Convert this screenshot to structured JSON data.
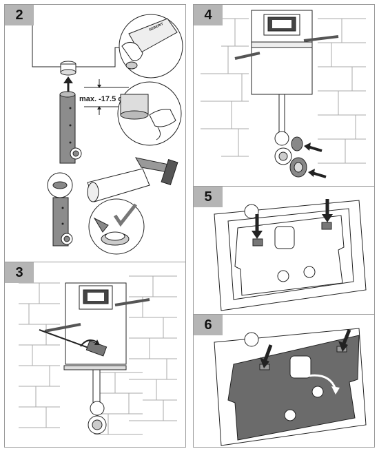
{
  "steps": [
    {
      "number": "2"
    },
    {
      "number": "3"
    },
    {
      "number": "4"
    },
    {
      "number": "5"
    },
    {
      "number": "6"
    }
  ],
  "step2": {
    "dimension_label": "max. -17.5 cm",
    "brand_text": "GEBERIT"
  },
  "colors": {
    "badge_bg": "#b5b5b5",
    "pipe_gray": "#8c8c8c",
    "plate_gray": "#6b6b6b",
    "outline": "#222222",
    "panel_border": "#9a9a9a"
  }
}
